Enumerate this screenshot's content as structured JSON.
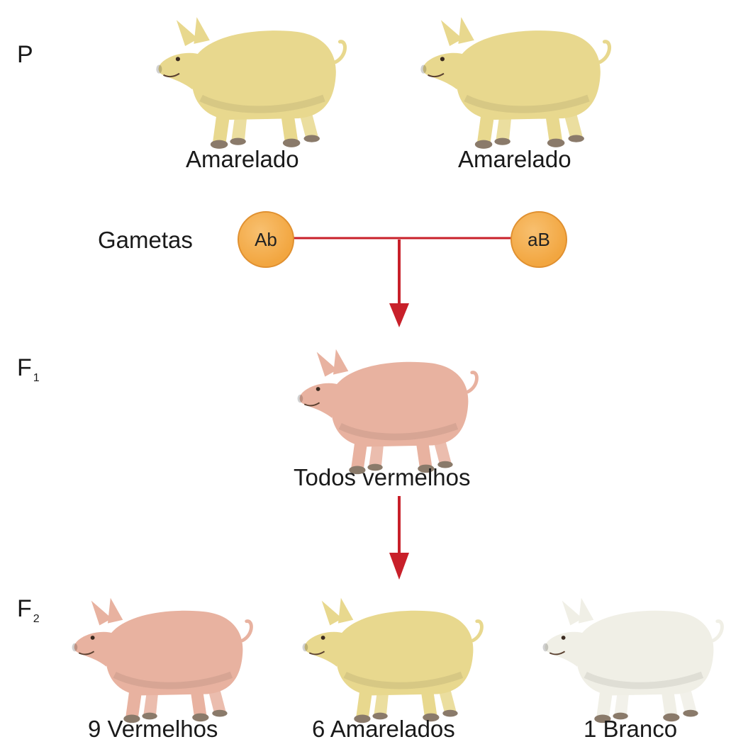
{
  "generations": {
    "p": {
      "letter": "P",
      "sub": ""
    },
    "f1": {
      "letter": "F",
      "sub": "1"
    },
    "f2": {
      "letter": "F",
      "sub": "2"
    }
  },
  "parents": [
    {
      "label": "Amarelado",
      "color": "#E8D88E"
    },
    {
      "label": "Amarelado",
      "color": "#E8D88E"
    }
  ],
  "gametes": {
    "label": "Gametas",
    "left": "Ab",
    "right": "aB",
    "fill": "#F2A640",
    "line_color": "#C8202A"
  },
  "f1": {
    "label": "Todos vermelhos",
    "color": "#E8B2A0"
  },
  "f2": [
    {
      "label": "9  Vermelhos",
      "color": "#E8B2A0"
    },
    {
      "label": "6  Amarelados",
      "color": "#E8D88E"
    },
    {
      "label": "1 Branco",
      "color": "#F0EFE6"
    }
  ],
  "arrow_color": "#C8202A"
}
